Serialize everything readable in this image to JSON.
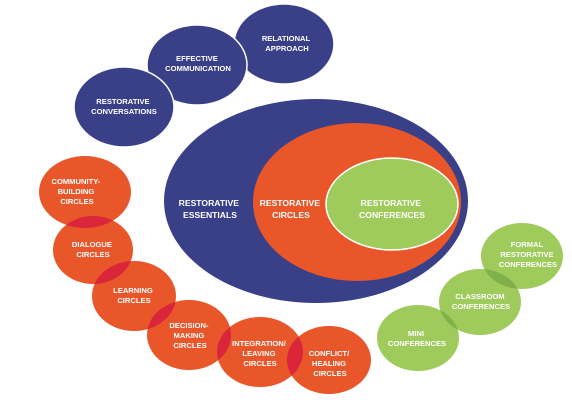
{
  "colors": {
    "navy": "#3a4088",
    "orange": "#e8562a",
    "orange_overlap": "#d9263a",
    "green": "#9fcb5c",
    "green_overlap": "#7fb04a",
    "text": "#ffffff"
  },
  "top_chain": {
    "relational": [
      "RELATIONAL",
      "APPROACH"
    ],
    "effective": [
      "EFFECTIVE",
      "COMMUNICATION"
    ],
    "conversations": [
      "RESTORATIVE",
      "CONVERSATIONS"
    ]
  },
  "core": {
    "essentials": [
      "RESTORATIVE",
      "ESSENTIALS"
    ],
    "circles": [
      "RESTORATIVE",
      "CIRCLES"
    ],
    "conferences": [
      "RESTORATIVE",
      "CONFERENCES"
    ]
  },
  "circle_chain": {
    "community": [
      "COMMUNITY-",
      "BUILDING",
      "CIRCLES"
    ],
    "dialogue": [
      "DIALOGUE",
      "CIRCLES"
    ],
    "learning": [
      "LEARNING",
      "CIRCLES"
    ],
    "decision": [
      "DECISION-",
      "MAKING",
      "CIRCLES"
    ],
    "integration": [
      "INTEGRATION/",
      "LEAVING",
      "CIRCLES"
    ],
    "conflict": [
      "CONFLICT/",
      "HEALING",
      "CIRCLES"
    ]
  },
  "conference_chain": {
    "formal": [
      "FORMAL",
      "RESTORATIVE",
      "CONFERENCES"
    ],
    "classroom": [
      "CLASSROOM",
      "CONFERENCES"
    ],
    "mini": [
      "MINI",
      "CONFERENCES"
    ]
  }
}
